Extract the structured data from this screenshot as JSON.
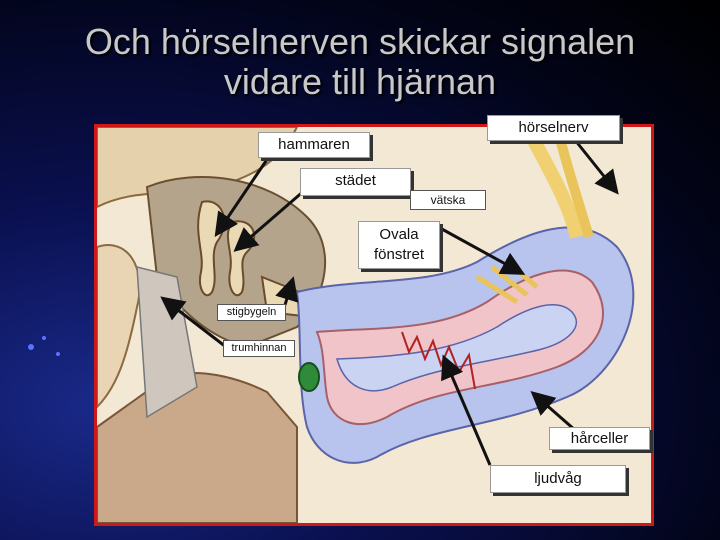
{
  "title": {
    "line1": "Och hörselnerven skickar signalen",
    "line2": "vidare till hjärnan"
  },
  "labels": {
    "horselnerv": "hörselnerv",
    "hammaren": "hammaren",
    "stadet": "städet",
    "vatska": "vätska",
    "ovala_fonstret": "Ovala fönstret",
    "stigbygeln": "stigbygeln",
    "trumhinnan": "trumhinnan",
    "harceller": "hårceller",
    "ljudvag": "ljudvåg"
  },
  "colors": {
    "frame_border": "#d01818",
    "bone": "#e8d6b6",
    "cochlea_blue": "#b8c4ee",
    "cochlea_pink": "#f0c4c8",
    "nerve": "#f0d070"
  }
}
